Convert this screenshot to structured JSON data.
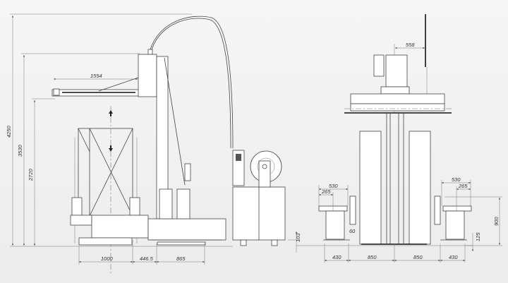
{
  "drawing": {
    "left_view": {
      "dimensions": {
        "total_height": "4250",
        "arm_top_height": "3530",
        "arm_bottom_height": "2720",
        "arm_reach": "1554",
        "base_width": "1000",
        "gap": "446.5",
        "conveyor_length": "865",
        "control_unit_feet": "103"
      }
    },
    "right_view": {
      "dimensions": {
        "mast_offset": "558",
        "left_unit_width": "530",
        "left_unit_half": "265",
        "left_clearance": "60",
        "left_unit_depth": "430",
        "left_center": "850",
        "right_center": "850",
        "right_unit_depth": "430",
        "right_unit_width": "530",
        "right_unit_half": "265",
        "table_height": "900",
        "foot_height": "125"
      }
    }
  }
}
